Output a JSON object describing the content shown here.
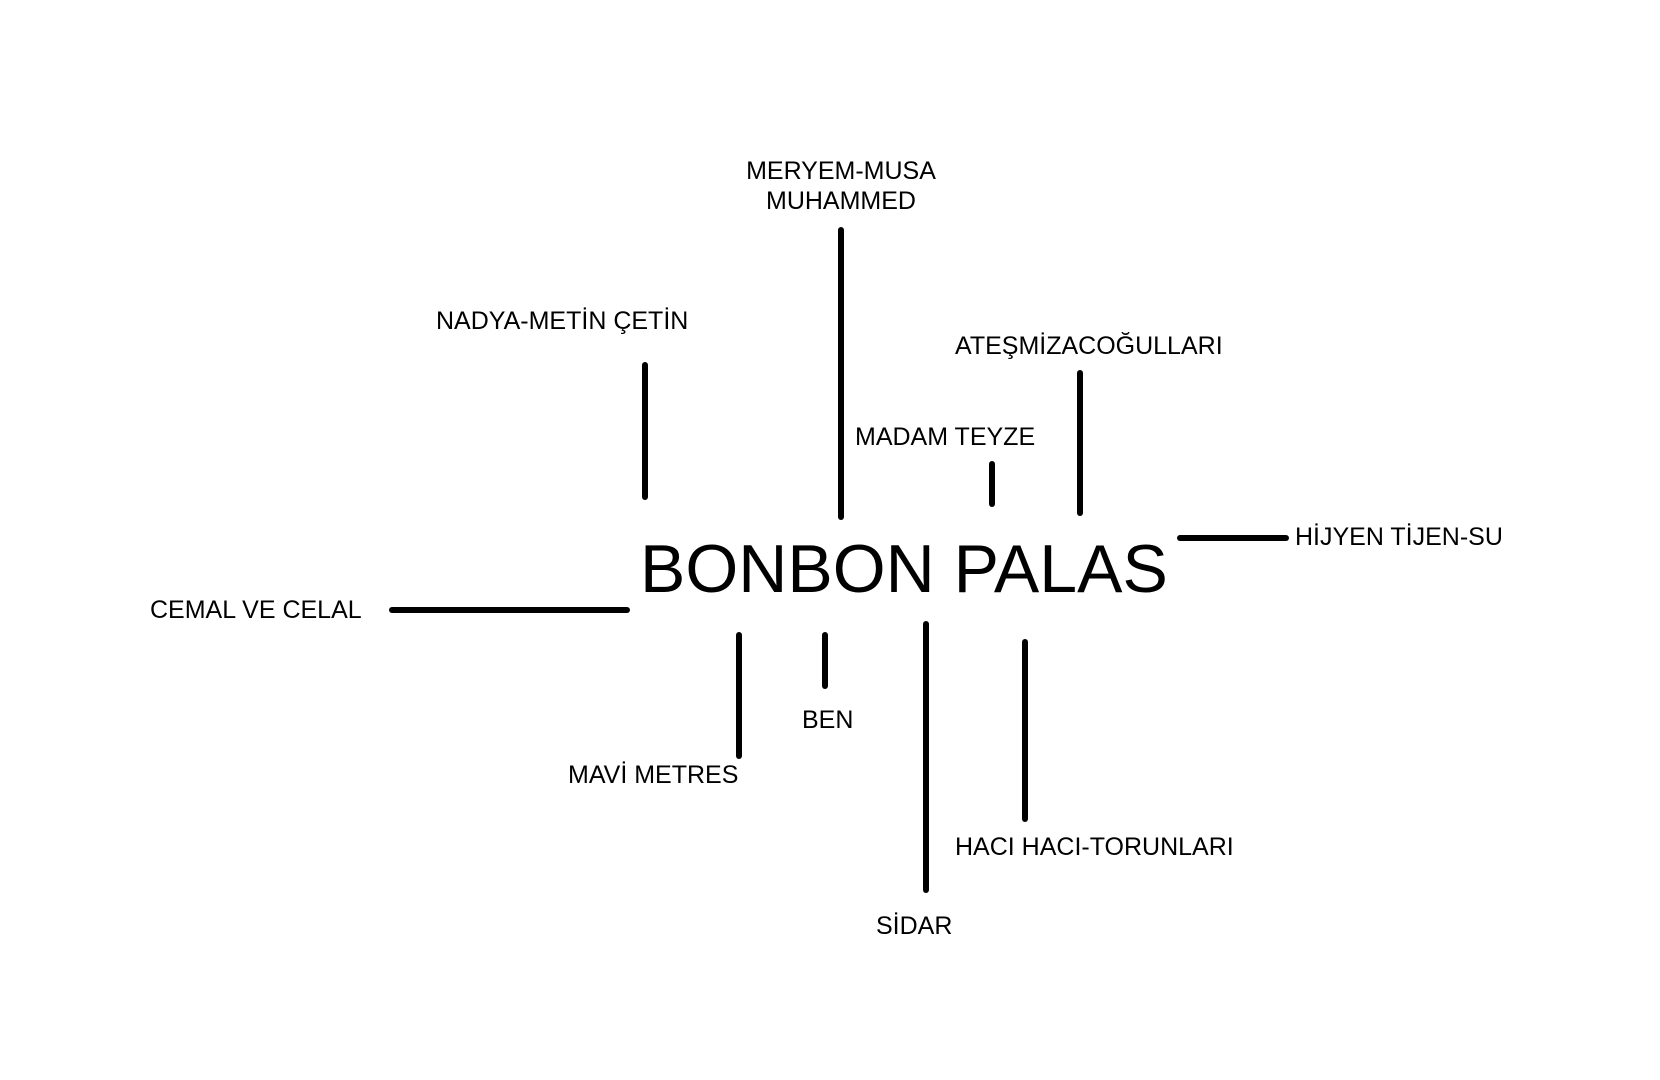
{
  "diagram": {
    "center": "BONBON PALAS",
    "nodes": {
      "meryem_line1": "MERYEM-MUSA",
      "meryem_line2": "MUHAMMED",
      "nadya": "NADYA-METİN ÇETİN",
      "atesmiza": "ATEŞMİZACOĞULLARI",
      "madam": "MADAM TEYZE",
      "hijyen": "HİJYEN TİJEN-SU",
      "cemal": "CEMAL VE CELAL",
      "mavi": "MAVİ METRES",
      "ben": "BEN",
      "sidar": "SİDAR",
      "haci": "HACI HACI-TORUNLARI"
    }
  }
}
